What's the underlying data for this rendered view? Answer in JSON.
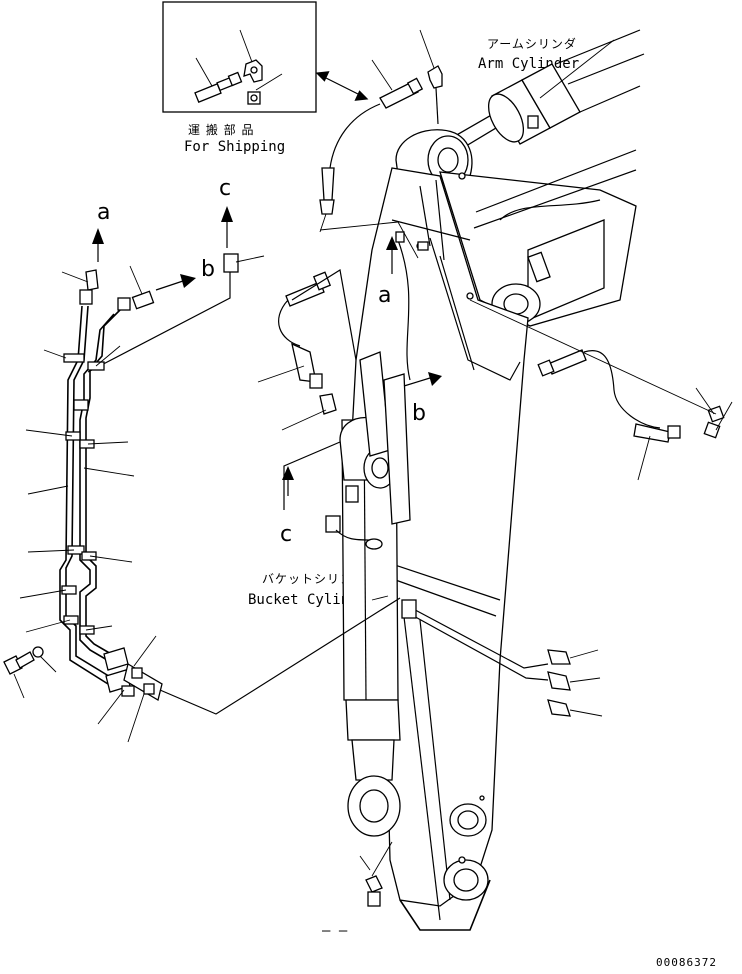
{
  "inset": {
    "title_jp": "運 搬 部 品",
    "title_en": "For Shipping"
  },
  "labels": {
    "arm_cylinder_jp": "アームシリンダ",
    "arm_cylinder_en": "Arm Cylinder",
    "bucket_cylinder_jp": "バケットシリンダ",
    "bucket_cylinder_en": "Bucket Cylinder"
  },
  "connection_letters": {
    "a_left": "a",
    "b_left": "b",
    "c_left": "c",
    "a_arm": "a",
    "b_arm": "b",
    "c_arm": "c"
  },
  "marks": {
    "bottom_dash": "– –"
  },
  "drawing_number": "00086372",
  "colors": {
    "ink": "#000000",
    "paper": "#ffffff"
  }
}
